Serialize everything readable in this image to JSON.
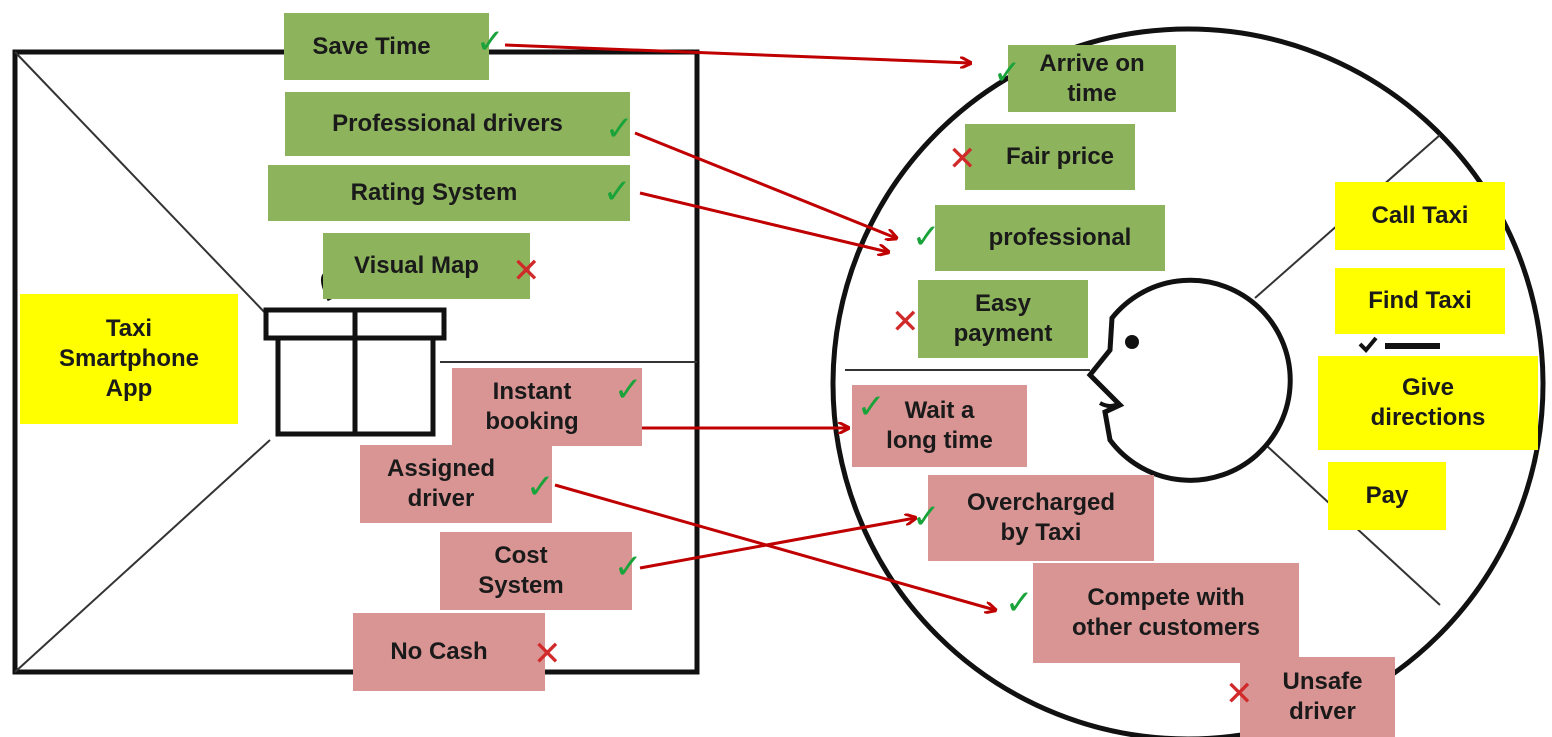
{
  "product": {
    "label": "Taxi\nSmartphone\nApp"
  },
  "gains": [
    {
      "label": "Save Time",
      "mark": "check"
    },
    {
      "label": "Professional drivers",
      "mark": "check"
    },
    {
      "label": "Rating System",
      "mark": "check"
    },
    {
      "label": "Visual Map",
      "mark": "cross"
    }
  ],
  "pain_relievers": [
    {
      "label": "Instant\nbooking",
      "mark": "check"
    },
    {
      "label": "Assigned\ndriver",
      "mark": "check"
    },
    {
      "label": "Cost\nSystem",
      "mark": "check"
    },
    {
      "label": "No Cash",
      "mark": "cross"
    }
  ],
  "customer_gains": [
    {
      "label": "Arrive on\ntime",
      "mark": "check"
    },
    {
      "label": "Fair price",
      "mark": "cross"
    },
    {
      "label": "professional",
      "mark": "check"
    },
    {
      "label": "Easy\npayment",
      "mark": "cross"
    }
  ],
  "customer_pains": [
    {
      "label": "Wait a\nlong time",
      "mark": "check"
    },
    {
      "label": "Overcharged\nby Taxi",
      "mark": "check"
    },
    {
      "label": "Compete with\nother customers",
      "mark": "check"
    },
    {
      "label": "Unsafe\ndriver",
      "mark": "cross"
    }
  ],
  "customer_jobs": [
    {
      "label": "Call Taxi"
    },
    {
      "label": "Find Taxi"
    },
    {
      "label": "Give\ndirections"
    },
    {
      "label": "Pay"
    }
  ],
  "glyphs": {
    "check": "✓",
    "cross": "✕"
  },
  "colors": {
    "gain": "#8db45c",
    "pain": "#d99594",
    "job": "#ffff00",
    "arrow": "#c00000",
    "check": "#1aa33a",
    "cross": "#d12a2a"
  }
}
